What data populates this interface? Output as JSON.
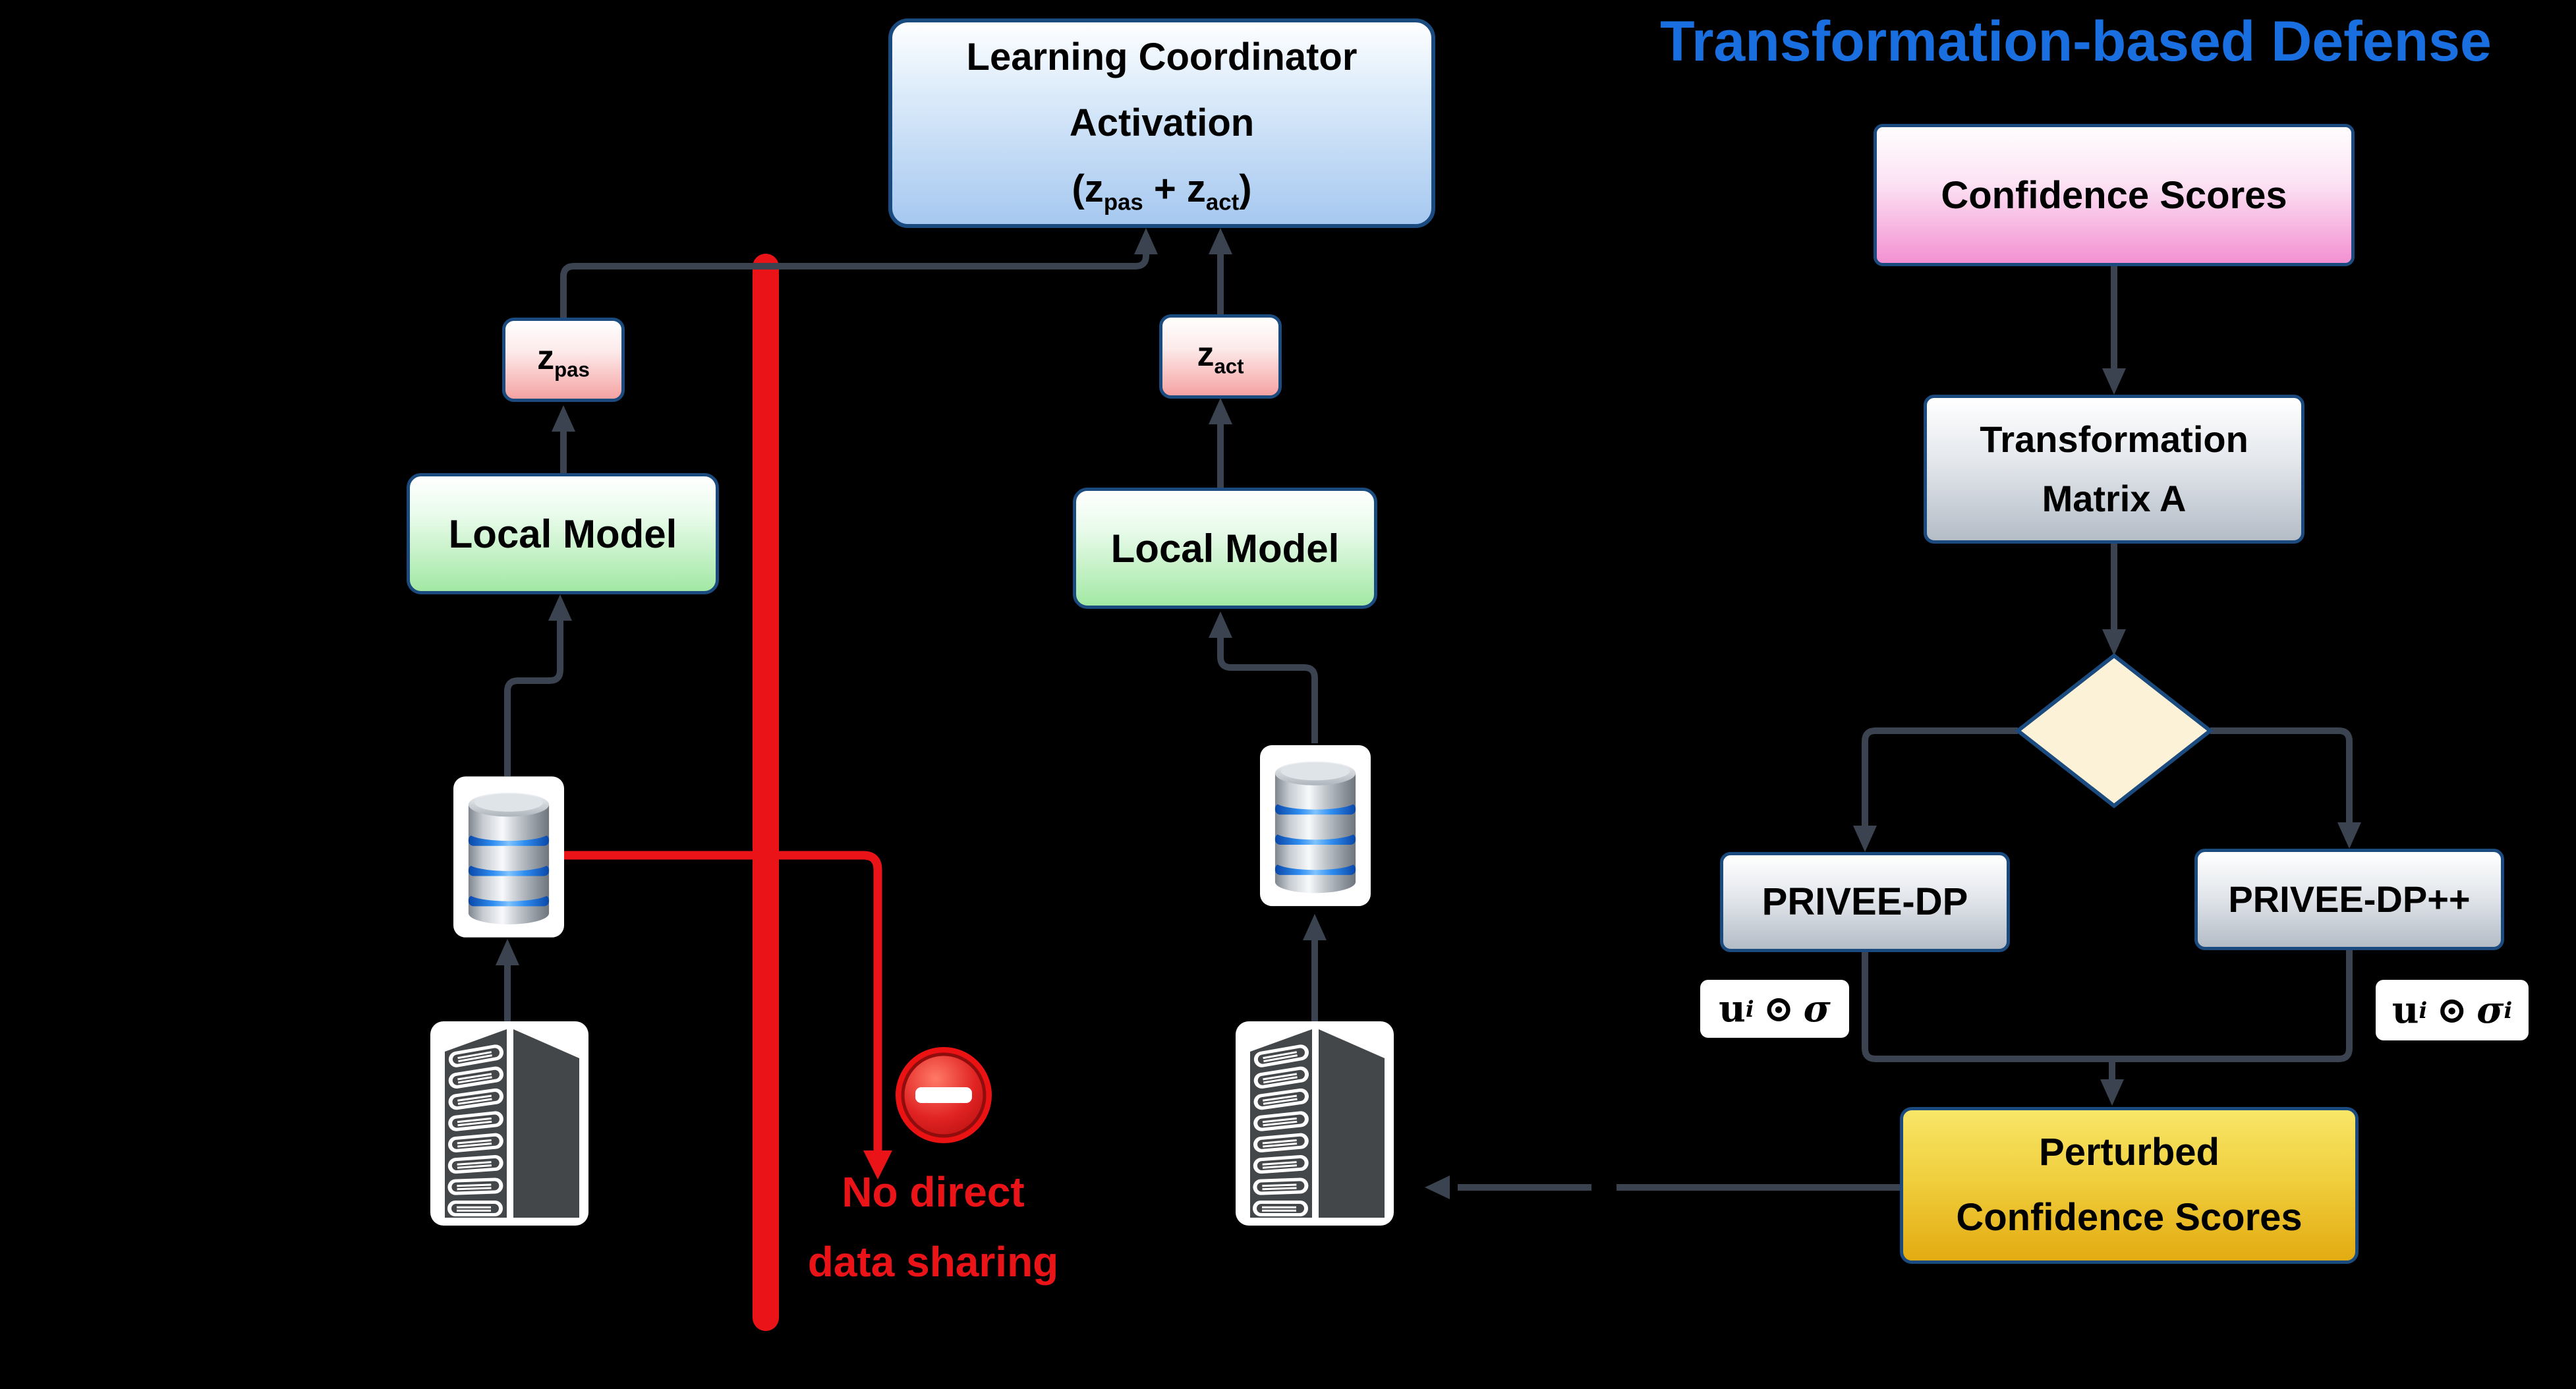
{
  "page": {
    "background": "#000000"
  },
  "title": {
    "text": "Transformation-based Defense",
    "color": "#1a6fe0"
  },
  "federated": {
    "coordinator": {
      "line1": "Learning Coordinator",
      "line2": "Activation",
      "formula_pre": "(z",
      "formula_sub1": "pas",
      "formula_mid": " + z",
      "formula_sub2": "act",
      "formula_post": ")"
    },
    "passive": {
      "z_base": "z",
      "z_sub": "pas",
      "local_model": "Local Model"
    },
    "active": {
      "z_base": "z",
      "z_sub": "act",
      "local_model": "Local Model"
    },
    "barrier": {
      "line1": "No direct",
      "line2": "data sharing"
    }
  },
  "defense": {
    "confidence_scores": "Confidence Scores",
    "transformation": {
      "line1": "Transformation",
      "line2": "Matrix A"
    },
    "privee_dp": {
      "label": "PRIVEE-DP",
      "formula": {
        "u": "u",
        "u_sub": "i",
        "op": "⊙",
        "sigma": "σ",
        "sigma_sub": ""
      }
    },
    "privee_dp_pp": {
      "label": "PRIVEE-DP++",
      "formula": {
        "u": "u",
        "u_sub": "i",
        "op": "⊙",
        "sigma": "σ",
        "sigma_sub": "i"
      }
    },
    "perturbed": {
      "line1": "Perturbed",
      "line2": "Confidence Scores"
    }
  },
  "icons": {
    "database": "database-icon",
    "server": "server-icon",
    "no_entry": "no-entry-icon"
  },
  "colors": {
    "connector": "#3a434f",
    "danger": "#ea1418",
    "border": "#1b4a7e",
    "title": "#1a6fe0"
  }
}
